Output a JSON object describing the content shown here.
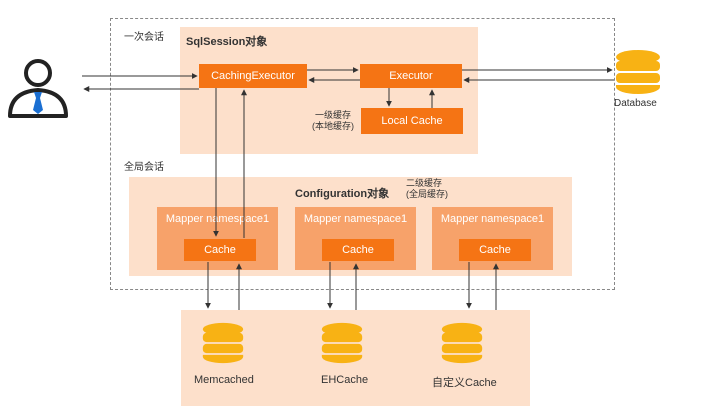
{
  "colors": {
    "accent": "#f57414",
    "panel": "#fde0cb",
    "mapper": "#f7a26a",
    "db": "#f8b214",
    "user": "#1a6fd2"
  },
  "labels": {
    "session_scope": "一次会话",
    "global_scope": "全局会话",
    "sqlsession_title": "SqlSession对象",
    "caching_executor": "CachingExecutor",
    "executor": "Executor",
    "local_cache": "Local Cache",
    "level1_cache_line1": "一级缓存",
    "level1_cache_line2": "(本地缓存)",
    "configuration_title": "Configuration对象",
    "level2_cache_line1": "二级缓存",
    "level2_cache_line2": "(全局缓存)",
    "database": "Database"
  },
  "mappers": [
    {
      "title": "Mapper namespace1",
      "cache": "Cache"
    },
    {
      "title": "Mapper namespace1",
      "cache": "Cache"
    },
    {
      "title": "Mapper namespace1",
      "cache": "Cache"
    }
  ],
  "stores": [
    {
      "label": "Memcached",
      "icon": "database-icon"
    },
    {
      "label": "EHCache",
      "icon": "database-icon"
    },
    {
      "label": "自定义Cache",
      "icon": "database-icon"
    }
  ],
  "icons": {
    "user": "user-icon",
    "database": "database-icon"
  }
}
